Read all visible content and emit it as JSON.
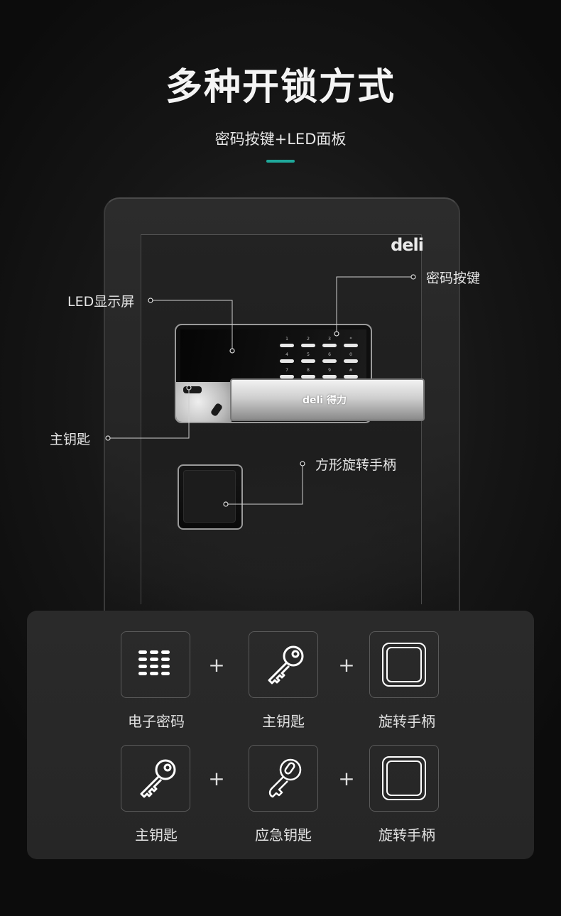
{
  "header": {
    "title": "多种开锁方式",
    "subtitle": "密码按键+LED面板",
    "accent_color": "#1fa89a"
  },
  "safe": {
    "brand": "deli",
    "handle_brand": "deli 得力",
    "keypad_keys": [
      "1",
      "2",
      "3",
      "*",
      "4",
      "5",
      "6",
      "0",
      "7",
      "8",
      "9",
      "#"
    ]
  },
  "callouts": {
    "keypad": "密码按键",
    "led": "LED显示屏",
    "main_key": "主钥匙",
    "handle": "方形旋转手柄"
  },
  "combos": {
    "row1": {
      "items": [
        "电子密码",
        "主钥匙",
        "旋转手柄"
      ],
      "icons": [
        "keypad-icon",
        "key-icon",
        "square-handle-icon"
      ],
      "plus": "+"
    },
    "row2": {
      "items": [
        "主钥匙",
        "应急钥匙",
        "旋转手柄"
      ],
      "icons": [
        "key-icon",
        "emergency-key-icon",
        "square-handle-icon"
      ],
      "plus": "+"
    }
  }
}
